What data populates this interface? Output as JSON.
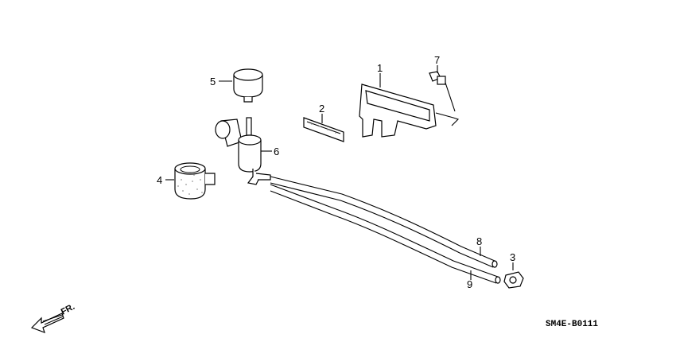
{
  "callouts": [
    {
      "id": "1",
      "part": "bracket"
    },
    {
      "id": "2",
      "part": "pad"
    },
    {
      "id": "3",
      "part": "clip"
    },
    {
      "id": "4",
      "part": "cushion"
    },
    {
      "id": "5",
      "part": "cap"
    },
    {
      "id": "6",
      "part": "washer-motor"
    },
    {
      "id": "7",
      "part": "bolt"
    },
    {
      "id": "8",
      "part": "tube-upper"
    },
    {
      "id": "9",
      "part": "tube-lower"
    }
  ],
  "diagram_code": "SM4E-B0111",
  "direction_label": "FR.",
  "line_color": "#000000",
  "texture_color": "#9a9a9a"
}
